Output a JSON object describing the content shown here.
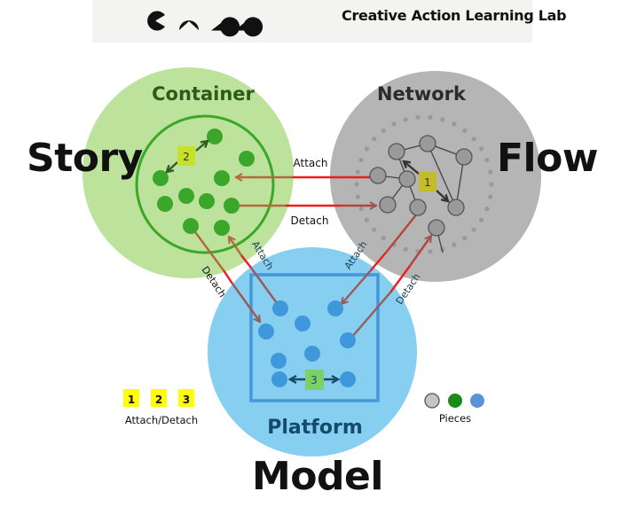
{
  "header": {
    "title": "Creative Action Learning Lab",
    "logo_text": "CALL"
  },
  "domains": {
    "story": "Story",
    "flow": "Flow",
    "model": "Model"
  },
  "circles": {
    "container": {
      "label": "Container",
      "fill": "#bce29c",
      "label_color": "#2d5a1a"
    },
    "network": {
      "label": "Network",
      "fill": "#b5b5b5",
      "label_color": "#2b2b2b"
    },
    "platform": {
      "label": "Platform",
      "fill": "#86cff0",
      "label_color": "#154a6b"
    }
  },
  "connections": {
    "container_network_attach": "Attach",
    "container_network_detach": "Detach",
    "container_platform_attach": "Attach",
    "container_platform_detach": "Detach",
    "network_platform_attach": "Attach",
    "network_platform_detach": "Detach"
  },
  "internal_markers": {
    "network": "1",
    "container": "2",
    "platform": "3"
  },
  "legend": {
    "attach_detach": {
      "items": [
        "1",
        "2",
        "3"
      ],
      "label": "Attach/Detach",
      "color": "#ffff00"
    },
    "pieces": {
      "label": "Pieces",
      "colors": [
        "#c4c4c4",
        "#1a8a1a",
        "#5b93d8"
      ]
    }
  },
  "colors": {
    "arrow_red": "#ee1c1c",
    "arrow_brown": "#b5683a",
    "green_piece": "#3aa72a",
    "gray_piece": "#9a9a9a",
    "blue_piece": "#3f97dc"
  }
}
